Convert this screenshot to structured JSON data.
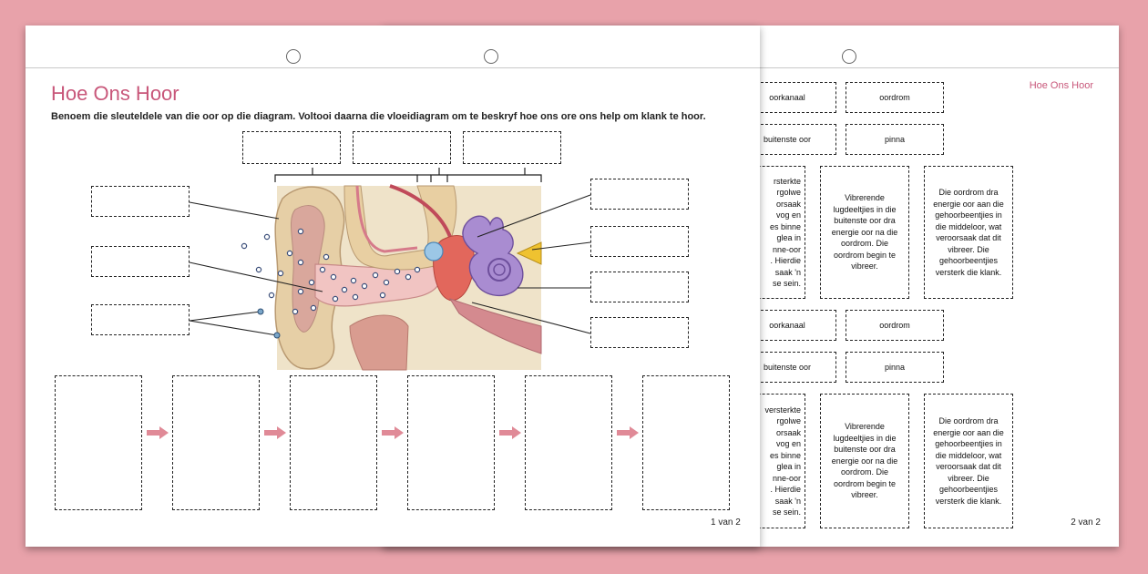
{
  "worksheet": {
    "title": "Hoe Ons Hoor",
    "instruction": "Benoem die sleuteldele van die oor op die diagram. Voltooi daarna die vloeidiagram om te beskryf hoe ons ore ons help om klank te hoor.",
    "page_label": "1 van 2"
  },
  "cutouts": {
    "title": "Hoe Ons Hoor",
    "page_label": "2 van 2",
    "words": [
      "oorkanaal",
      "oordrom",
      "buitenste oor",
      "pinna"
    ],
    "para_left": "rsterkte\nrgolwe\norsaak\nvog en\nes binne\nglea in\nnne-oor\n. Hierdie\nsaak 'n\nse sein.",
    "para_mid": "Vibrerende lugdeeltjies in die buitenste oor dra energie oor na die oordrom. Die oordrom begin te vibreer.",
    "para_right": "Die oordrom dra energie oor aan die gehoorbeentjies in die middeloor, wat veroorsaak dat dit vibreer. Die gehoorbeentjies versterk die klank.",
    "para_left_2": "versterkte\nrgolwe\norsaak\nvog en\nes binne\nglea in\nnne-oor\n. Hierdie\nsaak 'n\nse sein."
  },
  "colors": {
    "background": "#e8a2aa",
    "accent": "#c8577a",
    "arrow": "#e08a97"
  }
}
